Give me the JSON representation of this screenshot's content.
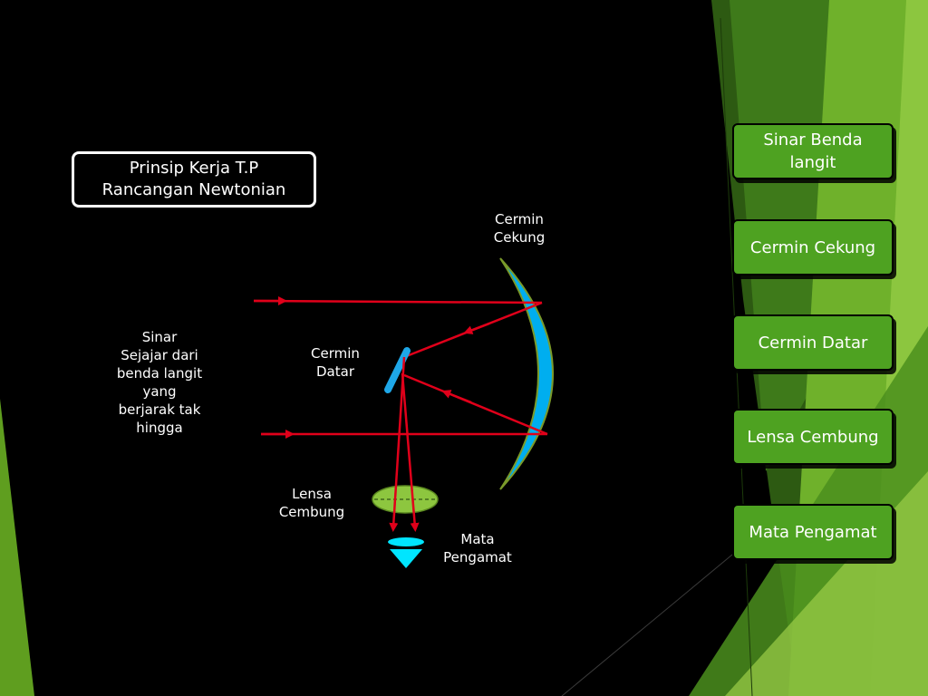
{
  "title": {
    "line1": "Prinsip Kerja T.P",
    "line2": "Rancangan Newtonian"
  },
  "labels": {
    "sinar": [
      "Sinar",
      "Sejajar dari",
      "benda langit",
      "yang",
      "berjarak tak",
      "hingga"
    ],
    "cermin_cekung": [
      "Cermin",
      "Cekung"
    ],
    "cermin_datar": [
      "Cermin",
      "Datar"
    ],
    "lensa_cembung": [
      "Lensa",
      "Cembung"
    ],
    "mata_pengamat": [
      "Mata",
      "Pengamat"
    ]
  },
  "side_buttons": [
    {
      "line1": "Sinar Benda",
      "line2": "langit"
    },
    {
      "line1": "Cermin Cekung",
      "line2": ""
    },
    {
      "line1": "Cermin Datar",
      "line2": ""
    },
    {
      "line1": "Lensa Cembung",
      "line2": ""
    },
    {
      "line1": "Mata Pengamat",
      "line2": ""
    }
  ],
  "colors": {
    "ray": "#e0001a",
    "concave_mirror": "#00aeef",
    "mirror_edge": "#7a9a2a",
    "flat_mirror": "#1ea7e8",
    "lens": "#8dc63f",
    "eye": "#00e5ff",
    "button": "#4ea221"
  }
}
